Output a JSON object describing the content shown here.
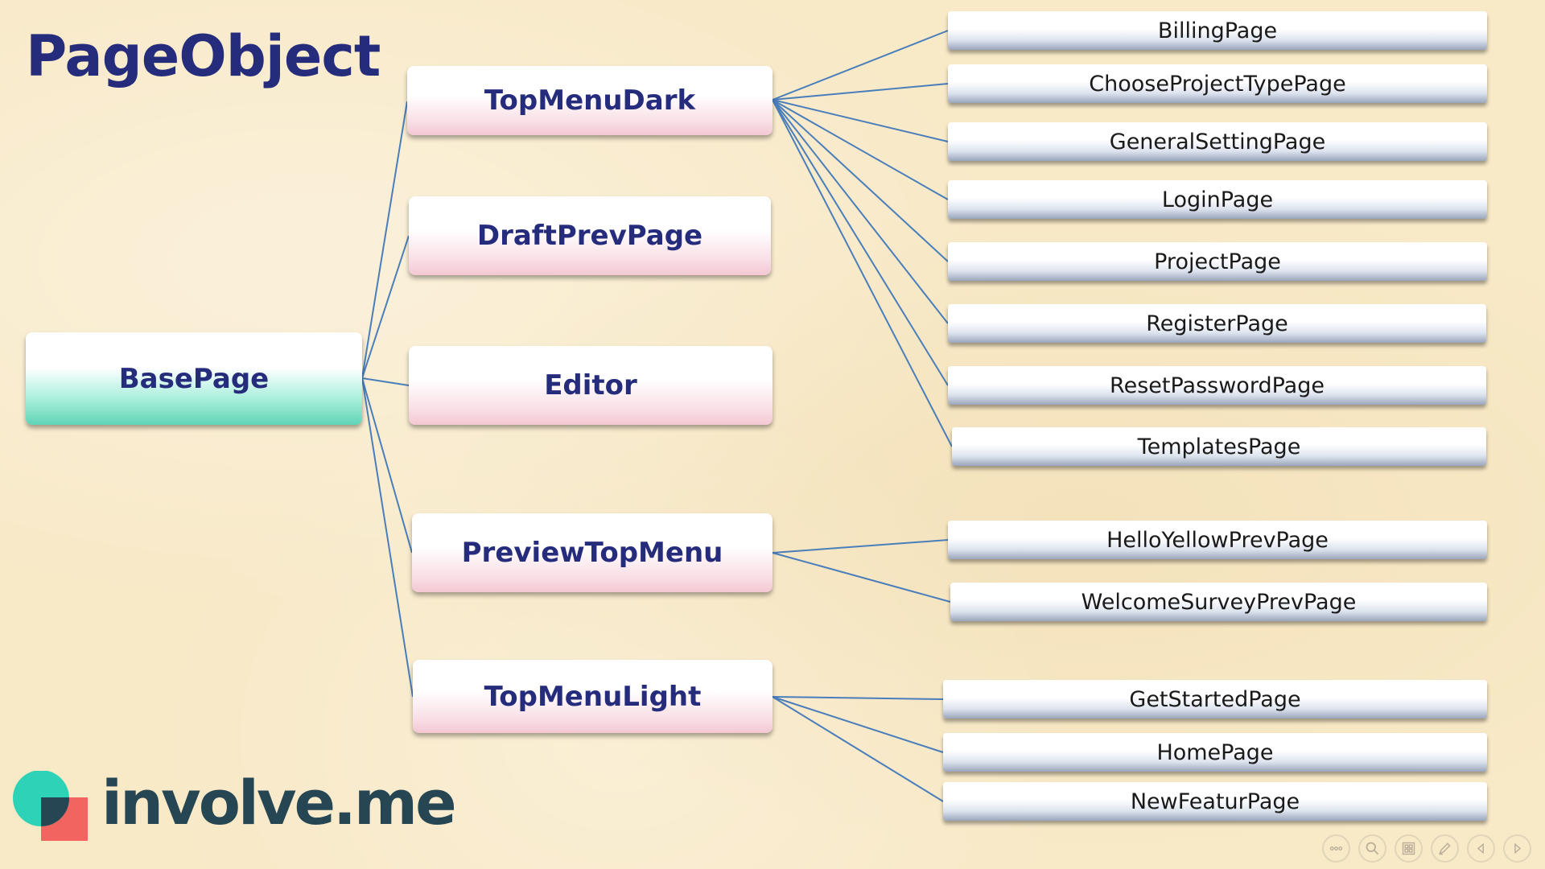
{
  "slide": {
    "title": "PageObject"
  },
  "diagram": {
    "root": "BasePage",
    "groups": [
      {
        "name": "TopMenuDark",
        "children": [
          "BillingPage",
          "ChooseProjectTypePage",
          "GeneralSettingPage",
          "LoginPage",
          "ProjectPage",
          "RegisterPage",
          "ResetPasswordPage",
          "TemplatesPage"
        ]
      },
      {
        "name": "DraftPrevPage",
        "children": []
      },
      {
        "name": "Editor",
        "children": []
      },
      {
        "name": "PreviewTopMenu",
        "children": [
          "HelloYellowPrevPage",
          "WelcomeSurveyPrevPage"
        ]
      },
      {
        "name": "TopMenuLight",
        "children": [
          "GetStartedPage",
          "HomePage",
          "NewFeaturPage"
        ]
      }
    ],
    "connector_color": "#4a7ebb"
  },
  "logo": {
    "text": "involve.me",
    "colors": {
      "teal": "#2ed3b7",
      "coral": "#f2645f",
      "navy": "#264653"
    }
  },
  "toolbar": {
    "icons": [
      "more-icon",
      "zoom-icon",
      "slides-icon",
      "pen-icon",
      "previous-icon",
      "next-icon"
    ]
  }
}
